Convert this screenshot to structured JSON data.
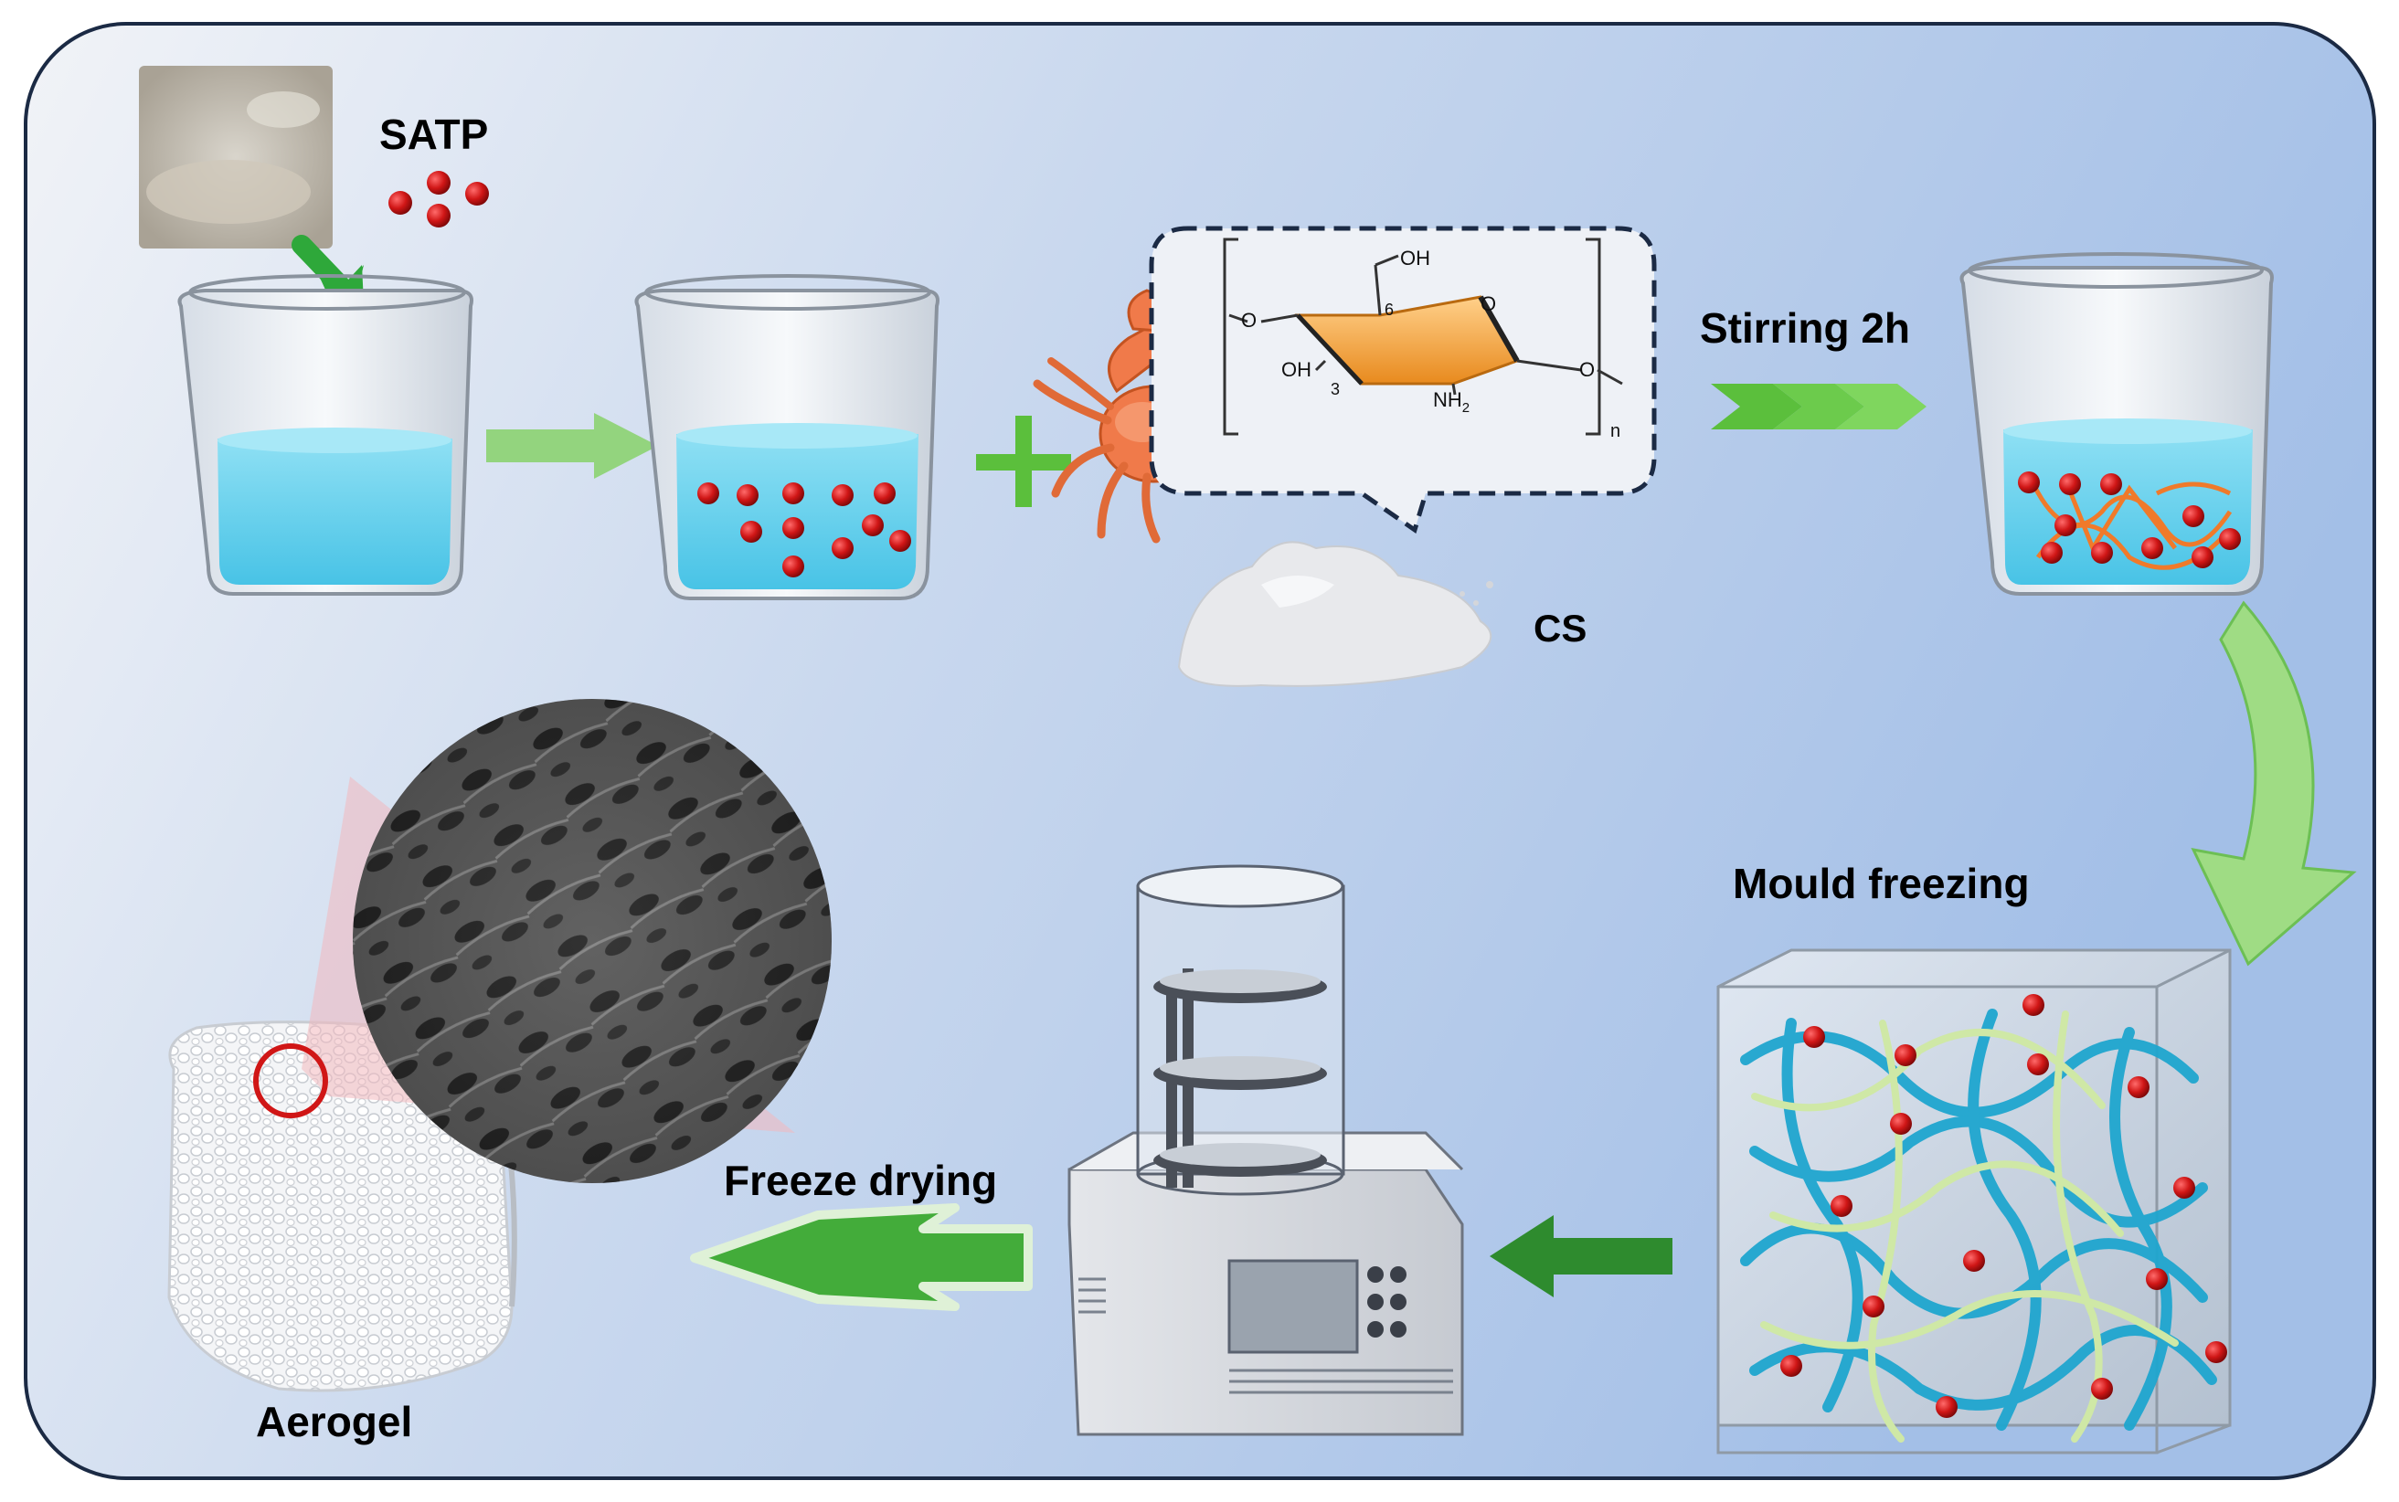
{
  "labels": {
    "satp": "SATP",
    "cs": "CS",
    "stirring": "Stirring 2h",
    "mould_freezing": "Mould freezing",
    "freeze_drying": "Freeze drying",
    "aerogel": "Aerogel"
  },
  "structure": {
    "oh_top": "OH",
    "oh_left": "OH",
    "nh2": "NH",
    "nh2_sub": "2",
    "o_ring": "O",
    "o_left": "O",
    "o_right": "O",
    "c6": "6",
    "c3": "3",
    "n": "n"
  },
  "colors": {
    "background_left": "#eef1f6",
    "background_right": "#a4c0e8",
    "water": "#6fd3ee",
    "particle": "#d01616",
    "arrow_light": "#8fd37b",
    "arrow_dark": "#2e8b2e",
    "fiber_blue": "#1fa6cf",
    "fiber_light": "#c9e6a8",
    "crab": "#f07a4a"
  },
  "icons": [
    "powder-image",
    "beaker-icon",
    "crab-icon",
    "chitosan-structure",
    "freeze-dryer-icon",
    "mould-cube",
    "aerogel-block",
    "sem-micrograph"
  ]
}
